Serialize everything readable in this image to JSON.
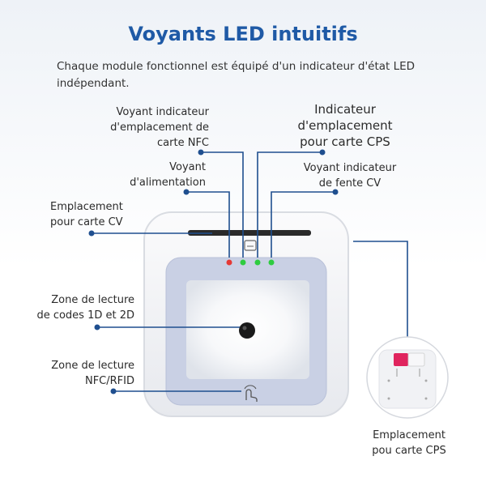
{
  "title": "Voyants LED intuitifs",
  "subtitle": "Chaque module fonctionnel est équipé d'un indicateur d'état LED indépendant.",
  "labels": {
    "nfc_indicator": [
      "Voyant indicateur",
      "d'emplacement de",
      "carte NFC"
    ],
    "cps_indicator": [
      "Indicateur",
      "d'emplacement",
      "pour carte CPS"
    ],
    "power": [
      "Voyant",
      "d'alimentation"
    ],
    "cv_slot_indicator": [
      "Voyant indicateur",
      "de fente CV"
    ],
    "cv_slot": [
      "Emplacement",
      "pour carte CV"
    ],
    "barcode_zone": [
      "Zone de lecture",
      "de codes 1D et 2D"
    ],
    "nfc_zone": [
      "Zone de lecture",
      "NFC/RFID"
    ],
    "cps_slot": [
      "Emplacement",
      "pou carte CPS"
    ]
  },
  "colors": {
    "title": "#1f5aa6",
    "pointer": "#1f4f8f",
    "led_red": "#e53935",
    "led_green": "#2ecc40",
    "cps_card": "#e0245e"
  },
  "icons": {
    "nfc_card": "card-outline-icon",
    "nfc_touch": "hand-tap-icon",
    "camera": "scanner-lens-icon"
  }
}
